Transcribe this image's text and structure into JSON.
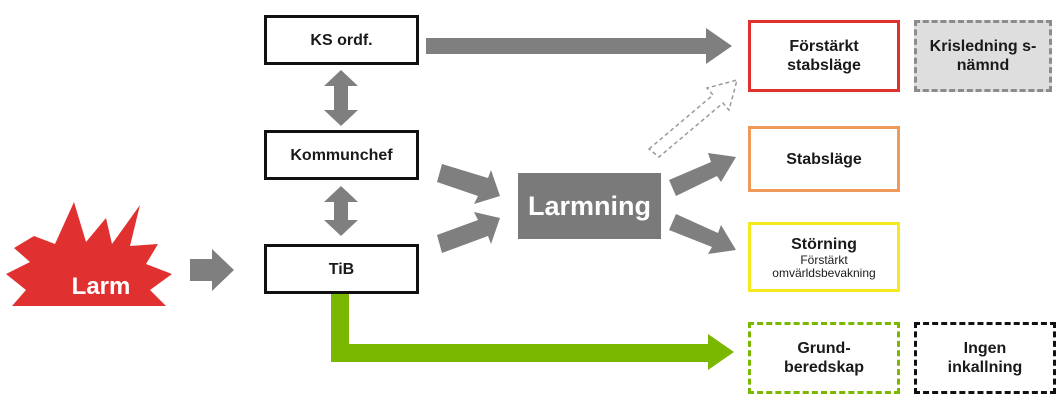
{
  "colors": {
    "arrow": "#7f7f7f",
    "green": "#7ab800",
    "red": "#e03030",
    "orange": "#f09a5a",
    "yellow": "#f5e81f",
    "gray_fill": "#dedede",
    "gray_border": "#8c8c8c",
    "black": "#111111"
  },
  "alarm": {
    "label": "Larm"
  },
  "roles": {
    "ks": "KS ordf.",
    "kommunchef": "Kommunchef",
    "tib": "TiB"
  },
  "center": {
    "label": "Larmning"
  },
  "levels": {
    "forstarkt": {
      "line1": "Förstärkt",
      "line2": "stabsläge"
    },
    "kris": {
      "line1": "Krisledning s-",
      "line2": "nämnd"
    },
    "stabslage": {
      "line1": "Stabsläge"
    },
    "storning": {
      "line1": "Störning",
      "sub1": "Förstärkt",
      "sub2": "omvärldsbevakning"
    },
    "grund": {
      "line1": "Grund-",
      "line2": "beredskap"
    },
    "ingen": {
      "line1": "Ingen",
      "line2": "inkallning"
    }
  }
}
